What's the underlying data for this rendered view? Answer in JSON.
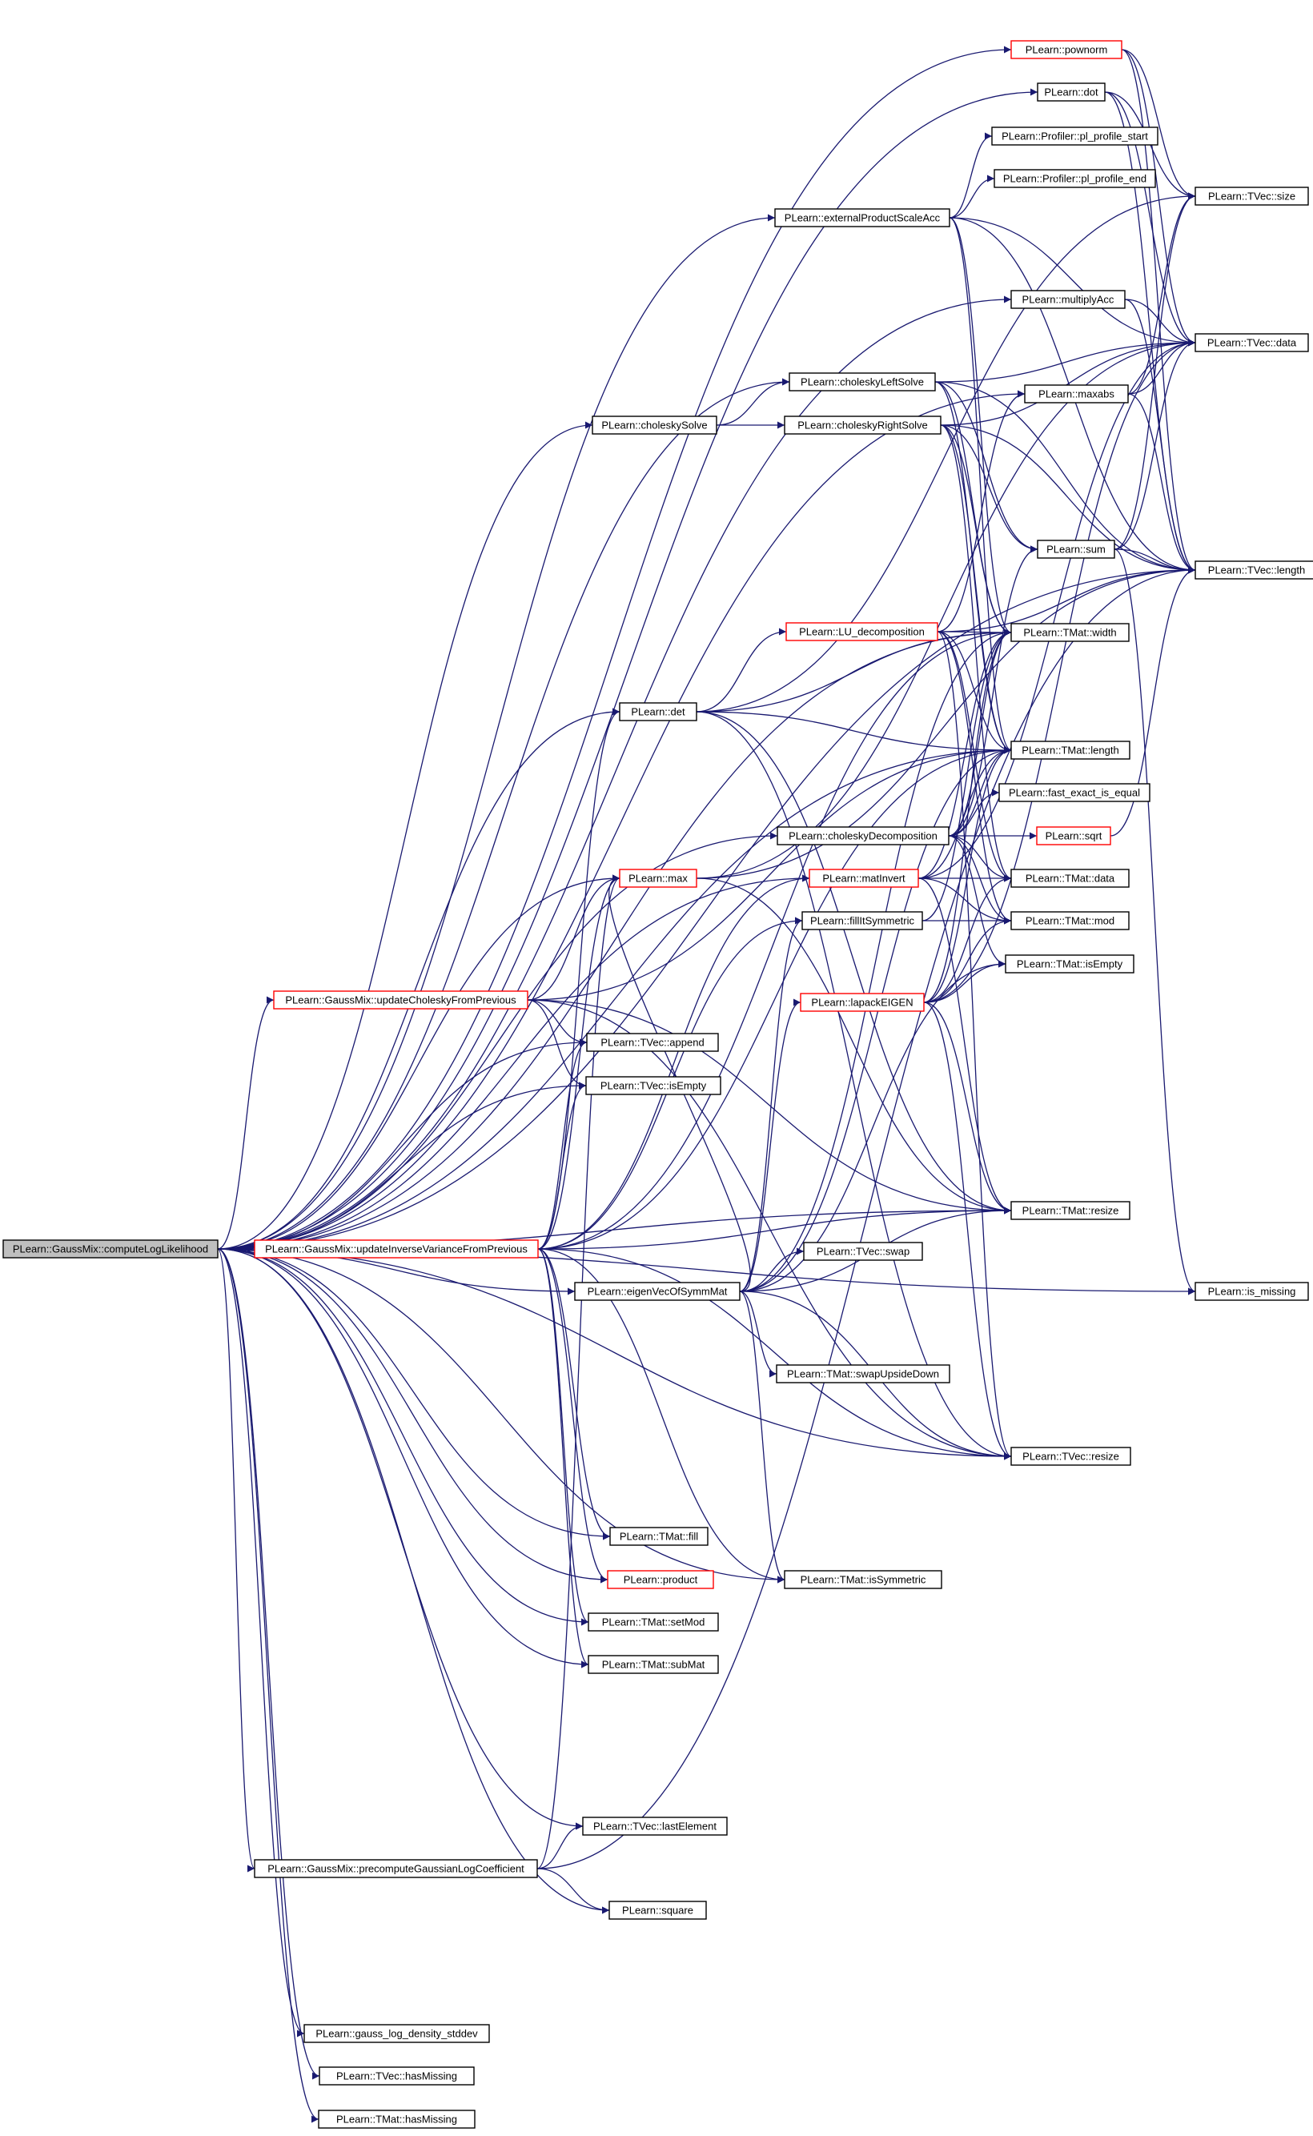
{
  "graph": {
    "title": "",
    "colors": {
      "edge": "#191970",
      "node_border": "#000000",
      "incomplete_border": "#ff0000",
      "root_fill": "#bfbfbf"
    },
    "nodes": [
      {
        "id": "computeLogLikelihood",
        "label": "PLearn::GaussMix::computeLogLikelihood",
        "root": true
      },
      {
        "id": "pownorm",
        "label": "PLearn::pownorm",
        "incomplete": true
      },
      {
        "id": "dot",
        "label": "PLearn::dot"
      },
      {
        "id": "pl_profile_start",
        "label": "PLearn::Profiler::pl_profile_start"
      },
      {
        "id": "pl_profile_end",
        "label": "PLearn::Profiler::pl_profile_end"
      },
      {
        "id": "tvec_size",
        "label": "PLearn::TVec::size"
      },
      {
        "id": "externalProductScaleAcc",
        "label": "PLearn::externalProductScaleAcc"
      },
      {
        "id": "multiplyAcc",
        "label": "PLearn::multiplyAcc"
      },
      {
        "id": "tvec_data",
        "label": "PLearn::TVec::data"
      },
      {
        "id": "choleskyLeftSolve",
        "label": "PLearn::choleskyLeftSolve"
      },
      {
        "id": "maxabs",
        "label": "PLearn::maxabs"
      },
      {
        "id": "choleskySolve",
        "label": "PLearn::choleskySolve"
      },
      {
        "id": "choleskyRightSolve",
        "label": "PLearn::choleskyRightSolve"
      },
      {
        "id": "sum",
        "label": "PLearn::sum"
      },
      {
        "id": "tvec_length",
        "label": "PLearn::TVec::length"
      },
      {
        "id": "LU_decomposition",
        "label": "PLearn::LU_decomposition",
        "incomplete": true
      },
      {
        "id": "tmat_width",
        "label": "PLearn::TMat::width"
      },
      {
        "id": "det",
        "label": "PLearn::det"
      },
      {
        "id": "tmat_length",
        "label": "PLearn::TMat::length"
      },
      {
        "id": "fast_exact_is_equal",
        "label": "PLearn::fast_exact_is_equal"
      },
      {
        "id": "choleskyDecomposition",
        "label": "PLearn::choleskyDecomposition"
      },
      {
        "id": "sqrt",
        "label": "PLearn::sqrt",
        "incomplete": true
      },
      {
        "id": "matInvert",
        "label": "PLearn::matInvert",
        "incomplete": true
      },
      {
        "id": "max",
        "label": "PLearn::max",
        "incomplete": true
      },
      {
        "id": "tmat_data",
        "label": "PLearn::TMat::data"
      },
      {
        "id": "fillItSymmetric",
        "label": "PLearn::fillItSymmetric"
      },
      {
        "id": "tmat_mod",
        "label": "PLearn::TMat::mod"
      },
      {
        "id": "updateCholeskyFromPrevious",
        "label": "PLearn::GaussMix::updateCholeskyFromPrevious",
        "incomplete": true
      },
      {
        "id": "tmat_isEmpty",
        "label": "PLearn::TMat::isEmpty"
      },
      {
        "id": "lapackEIGEN",
        "label": "PLearn::lapackEIGEN",
        "incomplete": true
      },
      {
        "id": "tvec_append",
        "label": "PLearn::TVec::append"
      },
      {
        "id": "tvec_isEmpty",
        "label": "PLearn::TVec::isEmpty"
      },
      {
        "id": "tmat_resize",
        "label": "PLearn::TMat::resize"
      },
      {
        "id": "updateInverseVarianceFromPrevious",
        "label": "PLearn::GaussMix::updateInverseVarianceFromPrevious",
        "incomplete": true
      },
      {
        "id": "tvec_swap",
        "label": "PLearn::TVec::swap"
      },
      {
        "id": "eigenVecOfSymmMat",
        "label": "PLearn::eigenVecOfSymmMat"
      },
      {
        "id": "is_missing",
        "label": "PLearn::is_missing"
      },
      {
        "id": "swapUpsideDown",
        "label": "PLearn::TMat::swapUpsideDown"
      },
      {
        "id": "tvec_resize",
        "label": "PLearn::TVec::resize"
      },
      {
        "id": "tmat_fill",
        "label": "PLearn::TMat::fill"
      },
      {
        "id": "product",
        "label": "PLearn::product",
        "incomplete": true
      },
      {
        "id": "isSymmetric",
        "label": "PLearn::TMat::isSymmetric"
      },
      {
        "id": "setMod",
        "label": "PLearn::TMat::setMod"
      },
      {
        "id": "subMat",
        "label": "PLearn::TMat::subMat"
      },
      {
        "id": "lastElement",
        "label": "PLearn::TVec::lastElement"
      },
      {
        "id": "precomputeGaussianLogCoefficient",
        "label": "PLearn::GaussMix::precomputeGaussianLogCoefficient"
      },
      {
        "id": "square",
        "label": "PLearn::square"
      },
      {
        "id": "gauss_log_density_stddev",
        "label": "PLearn::gauss_log_density_stddev"
      },
      {
        "id": "tvec_hasMissing",
        "label": "PLearn::TVec::hasMissing"
      },
      {
        "id": "tmat_hasMissing",
        "label": "PLearn::TMat::hasMissing"
      }
    ],
    "edges": [
      [
        "computeLogLikelihood",
        "pownorm"
      ],
      [
        "computeLogLikelihood",
        "dot"
      ],
      [
        "computeLogLikelihood",
        "externalProductScaleAcc"
      ],
      [
        "computeLogLikelihood",
        "multiplyAcc"
      ],
      [
        "computeLogLikelihood",
        "choleskyLeftSolve"
      ],
      [
        "computeLogLikelihood",
        "maxabs"
      ],
      [
        "computeLogLikelihood",
        "choleskySolve"
      ],
      [
        "computeLogLikelihood",
        "tmat_width"
      ],
      [
        "computeLogLikelihood",
        "det"
      ],
      [
        "computeLogLikelihood",
        "tmat_length"
      ],
      [
        "computeLogLikelihood",
        "choleskyDecomposition"
      ],
      [
        "computeLogLikelihood",
        "matInvert"
      ],
      [
        "computeLogLikelihood",
        "max"
      ],
      [
        "computeLogLikelihood",
        "updateCholeskyFromPrevious"
      ],
      [
        "computeLogLikelihood",
        "tvec_append"
      ],
      [
        "computeLogLikelihood",
        "tvec_isEmpty"
      ],
      [
        "computeLogLikelihood",
        "tmat_resize"
      ],
      [
        "computeLogLikelihood",
        "updateInverseVarianceFromPrevious"
      ],
      [
        "computeLogLikelihood",
        "eigenVecOfSymmMat"
      ],
      [
        "computeLogLikelihood",
        "tvec_resize"
      ],
      [
        "computeLogLikelihood",
        "tmat_fill"
      ],
      [
        "computeLogLikelihood",
        "product"
      ],
      [
        "computeLogLikelihood",
        "isSymmetric"
      ],
      [
        "computeLogLikelihood",
        "setMod"
      ],
      [
        "computeLogLikelihood",
        "subMat"
      ],
      [
        "computeLogLikelihood",
        "tvec_length"
      ],
      [
        "computeLogLikelihood",
        "lastElement"
      ],
      [
        "computeLogLikelihood",
        "precomputeGaussianLogCoefficient"
      ],
      [
        "computeLogLikelihood",
        "square"
      ],
      [
        "computeLogLikelihood",
        "is_missing"
      ],
      [
        "computeLogLikelihood",
        "gauss_log_density_stddev"
      ],
      [
        "computeLogLikelihood",
        "tvec_hasMissing"
      ],
      [
        "computeLogLikelihood",
        "tmat_hasMissing"
      ],
      [
        "pownorm",
        "tvec_size"
      ],
      [
        "pownorm",
        "tvec_data"
      ],
      [
        "pownorm",
        "tvec_length"
      ],
      [
        "dot",
        "tvec_size"
      ],
      [
        "dot",
        "tvec_data"
      ],
      [
        "dot",
        "tvec_length"
      ],
      [
        "externalProductScaleAcc",
        "pl_profile_start"
      ],
      [
        "externalProductScaleAcc",
        "pl_profile_end"
      ],
      [
        "externalProductScaleAcc",
        "tvec_data"
      ],
      [
        "externalProductScaleAcc",
        "tvec_length"
      ],
      [
        "externalProductScaleAcc",
        "tmat_width"
      ],
      [
        "externalProductScaleAcc",
        "tmat_length"
      ],
      [
        "multiplyAcc",
        "tvec_data"
      ],
      [
        "multiplyAcc",
        "tvec_length"
      ],
      [
        "choleskySolve",
        "choleskyLeftSolve"
      ],
      [
        "choleskySolve",
        "choleskyRightSolve"
      ],
      [
        "choleskyLeftSolve",
        "tvec_data"
      ],
      [
        "choleskyLeftSolve",
        "tvec_length"
      ],
      [
        "choleskyLeftSolve",
        "tmat_width"
      ],
      [
        "choleskyLeftSolve",
        "tmat_length"
      ],
      [
        "choleskyLeftSolve",
        "sum"
      ],
      [
        "choleskyRightSolve",
        "tvec_data"
      ],
      [
        "choleskyRightSolve",
        "tvec_length"
      ],
      [
        "choleskyRightSolve",
        "tmat_width"
      ],
      [
        "choleskyRightSolve",
        "tmat_length"
      ],
      [
        "choleskyRightSolve",
        "sum"
      ],
      [
        "choleskyRightSolve",
        "tmat_data"
      ],
      [
        "maxabs",
        "tvec_size"
      ],
      [
        "maxabs",
        "tvec_data"
      ],
      [
        "maxabs",
        "tvec_length"
      ],
      [
        "sum",
        "tvec_size"
      ],
      [
        "sum",
        "tvec_data"
      ],
      [
        "sum",
        "tvec_length"
      ],
      [
        "sum",
        "is_missing"
      ],
      [
        "det",
        "LU_decomposition"
      ],
      [
        "det",
        "tmat_length"
      ],
      [
        "det",
        "tmat_width"
      ],
      [
        "det",
        "tvec_size"
      ],
      [
        "det",
        "tmat_resize"
      ],
      [
        "det",
        "tvec_resize"
      ],
      [
        "LU_decomposition",
        "tmat_width"
      ],
      [
        "LU_decomposition",
        "tmat_length"
      ],
      [
        "LU_decomposition",
        "tmat_data"
      ],
      [
        "LU_decomposition",
        "tmat_mod"
      ],
      [
        "LU_decomposition",
        "maxabs"
      ],
      [
        "LU_decomposition",
        "tvec_length"
      ],
      [
        "LU_decomposition",
        "tvec_resize"
      ],
      [
        "choleskyDecomposition",
        "fast_exact_is_equal"
      ],
      [
        "choleskyDecomposition",
        "sqrt"
      ],
      [
        "choleskyDecomposition",
        "tmat_data"
      ],
      [
        "choleskyDecomposition",
        "tmat_mod"
      ],
      [
        "choleskyDecomposition",
        "tmat_width"
      ],
      [
        "choleskyDecomposition",
        "tmat_length"
      ],
      [
        "choleskyDecomposition",
        "tmat_isEmpty"
      ],
      [
        "choleskyDecomposition",
        "sum"
      ],
      [
        "sqrt",
        "tvec_length"
      ],
      [
        "matInvert",
        "tmat_width"
      ],
      [
        "matInvert",
        "tmat_length"
      ],
      [
        "matInvert",
        "tmat_data"
      ],
      [
        "matInvert",
        "tmat_mod"
      ],
      [
        "matInvert",
        "tmat_resize"
      ],
      [
        "matInvert",
        "tvec_data"
      ],
      [
        "max",
        "tvec_length"
      ],
      [
        "max",
        "tvec_data"
      ],
      [
        "max",
        "tmat_resize"
      ],
      [
        "updateCholeskyFromPrevious",
        "max"
      ],
      [
        "updateCholeskyFromPrevious",
        "tvec_append"
      ],
      [
        "updateCholeskyFromPrevious",
        "tvec_isEmpty"
      ],
      [
        "updateCholeskyFromPrevious",
        "tmat_length"
      ],
      [
        "updateCholeskyFromPrevious",
        "tmat_resize"
      ],
      [
        "updateCholeskyFromPrevious",
        "tvec_resize"
      ],
      [
        "fillItSymmetric",
        "tmat_mod"
      ],
      [
        "fillItSymmetric",
        "tmat_width"
      ],
      [
        "lapackEIGEN",
        "tmat_width"
      ],
      [
        "lapackEIGEN",
        "tmat_length"
      ],
      [
        "lapackEIGEN",
        "tmat_isEmpty"
      ],
      [
        "lapackEIGEN",
        "tvec_data"
      ],
      [
        "lapackEIGEN",
        "tmat_resize"
      ],
      [
        "lapackEIGEN",
        "tvec_resize"
      ],
      [
        "lapackEIGEN",
        "tmat_data"
      ],
      [
        "lapackEIGEN",
        "tmat_mod"
      ],
      [
        "updateInverseVarianceFromPrevious",
        "max"
      ],
      [
        "updateInverseVarianceFromPrevious",
        "det"
      ],
      [
        "updateInverseVarianceFromPrevious",
        "tvec_append"
      ],
      [
        "updateInverseVarianceFromPrevious",
        "tvec_isEmpty"
      ],
      [
        "updateInverseVarianceFromPrevious",
        "matInvert"
      ],
      [
        "updateInverseVarianceFromPrevious",
        "tmat_fill"
      ],
      [
        "updateInverseVarianceFromPrevious",
        "product"
      ],
      [
        "updateInverseVarianceFromPrevious",
        "setMod"
      ],
      [
        "updateInverseVarianceFromPrevious",
        "subMat"
      ],
      [
        "updateInverseVarianceFromPrevious",
        "tvec_resize"
      ],
      [
        "updateInverseVarianceFromPrevious",
        "tmat_resize"
      ],
      [
        "updateInverseVarianceFromPrevious",
        "isSymmetric"
      ],
      [
        "updateInverseVarianceFromPrevious",
        "fillItSymmetric"
      ],
      [
        "updateInverseVarianceFromPrevious",
        "tmat_width"
      ],
      [
        "updateInverseVarianceFromPrevious",
        "tmat_length"
      ],
      [
        "eigenVecOfSymmMat",
        "lapackEIGEN"
      ],
      [
        "eigenVecOfSymmMat",
        "fillItSymmetric"
      ],
      [
        "eigenVecOfSymmMat",
        "tvec_swap"
      ],
      [
        "eigenVecOfSymmMat",
        "swapUpsideDown"
      ],
      [
        "eigenVecOfSymmMat",
        "isSymmetric"
      ],
      [
        "eigenVecOfSymmMat",
        "tmat_resize"
      ],
      [
        "eigenVecOfSymmMat",
        "tvec_resize"
      ],
      [
        "eigenVecOfSymmMat",
        "tmat_width"
      ],
      [
        "eigenVecOfSymmMat",
        "tmat_length"
      ],
      [
        "eigenVecOfSymmMat",
        "tmat_isEmpty"
      ],
      [
        "eigenVecOfSymmMat",
        "max"
      ],
      [
        "precomputeGaussianLogCoefficient",
        "lastElement"
      ],
      [
        "precomputeGaussianLogCoefficient",
        "square"
      ],
      [
        "precomputeGaussianLogCoefficient",
        "tvec_length"
      ],
      [
        "precomputeGaussianLogCoefficient",
        "max"
      ]
    ]
  }
}
